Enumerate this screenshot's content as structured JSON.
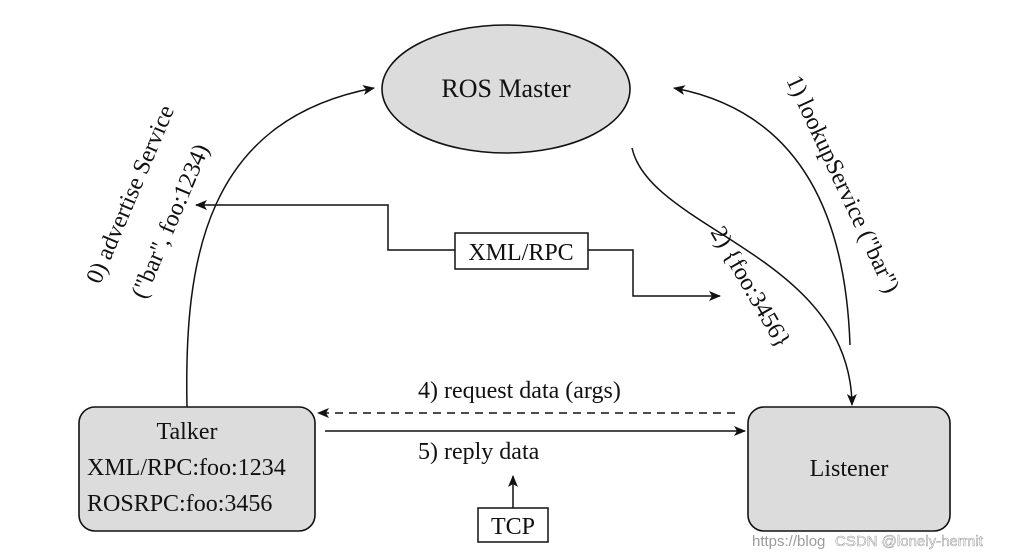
{
  "nodes": {
    "master": {
      "label": "ROS Master"
    },
    "talker": {
      "title": "Talker",
      "line1": "XML/RPC:foo:1234",
      "line2": "ROSRPC:foo:3456"
    },
    "listener": {
      "label": "Listener"
    },
    "xmlrpc_box": {
      "label": "XML/RPC"
    },
    "tcp_box": {
      "label": "TCP"
    }
  },
  "steps": {
    "advertise_line1": "0)  advertise Service",
    "advertise_line2": "(\"bar\", foo:1234)",
    "lookup": "1)  lookupService (\"bar\")",
    "reply_line1": "2)  {foo:3456}",
    "request": "4)  request data (args)",
    "reply_data": "5)  reply data"
  },
  "watermark": {
    "left": "https://blog",
    "right": "CSDN @lonely-hermit"
  },
  "colors": {
    "node_fill": "#dcdcdc",
    "stroke": "#111111",
    "background": "#ffffff"
  }
}
